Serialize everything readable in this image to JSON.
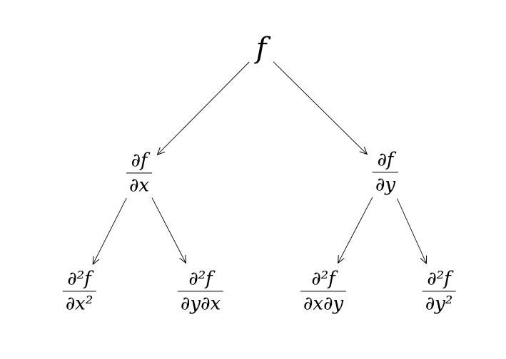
{
  "diagram": {
    "description": "Tree of partial derivatives of f",
    "nodes": [
      {
        "id": "f",
        "label": "f"
      },
      {
        "id": "df-dx",
        "num": "∂f",
        "den": "∂x"
      },
      {
        "id": "df-dy",
        "num": "∂f",
        "den": "∂y"
      },
      {
        "id": "d2f-dx2",
        "num": "∂²f",
        "den": "∂x²"
      },
      {
        "id": "d2f-dydx",
        "num": "∂²f",
        "den": "∂y∂x"
      },
      {
        "id": "d2f-dxdy",
        "num": "∂²f",
        "den": "∂x∂y"
      },
      {
        "id": "d2f-dy2",
        "num": "∂²f",
        "den": "∂y²"
      }
    ],
    "edges": [
      {
        "from": "f",
        "to": "df-dx"
      },
      {
        "from": "f",
        "to": "df-dy"
      },
      {
        "from": "df-dx",
        "to": "d2f-dx2"
      },
      {
        "from": "df-dx",
        "to": "d2f-dydx"
      },
      {
        "from": "df-dy",
        "to": "d2f-dxdy"
      },
      {
        "from": "df-dy",
        "to": "d2f-dy2"
      }
    ]
  },
  "colors": {
    "ink": "#000000",
    "background": "#ffffff"
  }
}
